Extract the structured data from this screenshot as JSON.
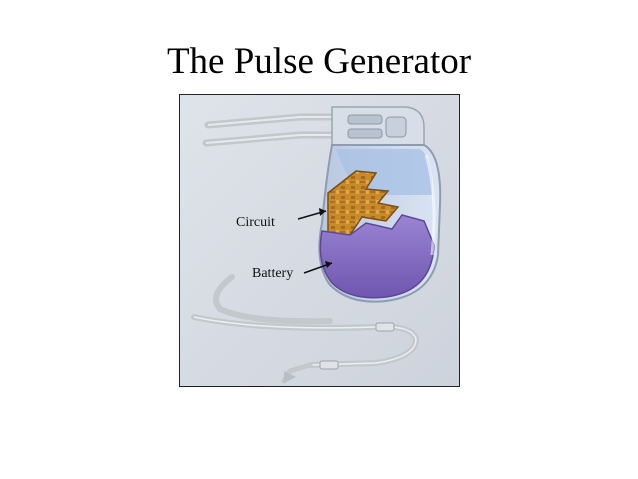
{
  "slide": {
    "title": "The Pulse Generator"
  },
  "diagram": {
    "labels": {
      "circuit": "Circuit",
      "battery": "Battery"
    },
    "colors": {
      "background": "#d8dde6",
      "housing": "#c8d4e8",
      "circuit": "#c88a2a",
      "battery": "#8c73c8",
      "lead": "#c3c8cc"
    }
  }
}
